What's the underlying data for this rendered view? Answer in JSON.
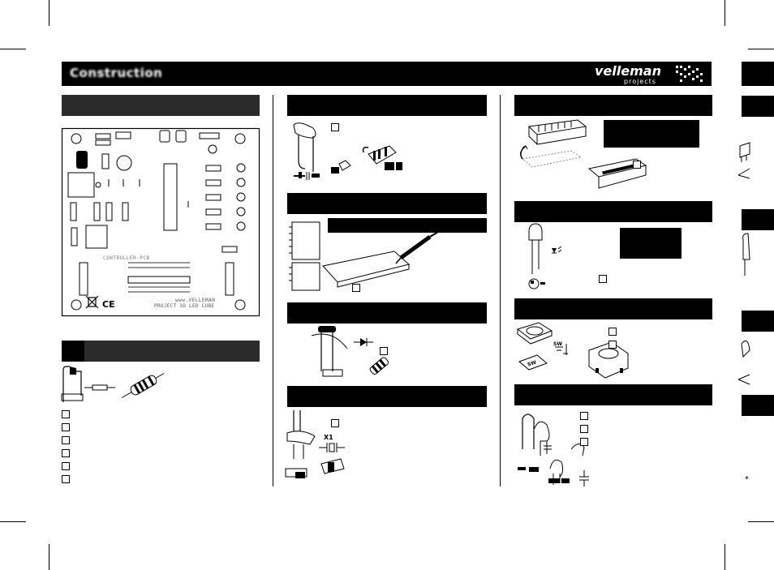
{
  "header": {
    "title": "Construction",
    "brand_name": "velleman",
    "brand_sub": "projects"
  },
  "pcb": {
    "board_label": "CONTROLLER-PCB",
    "site": "www.VELLEMAN",
    "project": "PROJECT 3D LED CUBE"
  },
  "components": {
    "crystal_ref": "X1",
    "switch_ref": "SW"
  },
  "colors": {
    "ink": "#000000",
    "paper": "#ffffff",
    "section_header": "#2b2b2b"
  }
}
